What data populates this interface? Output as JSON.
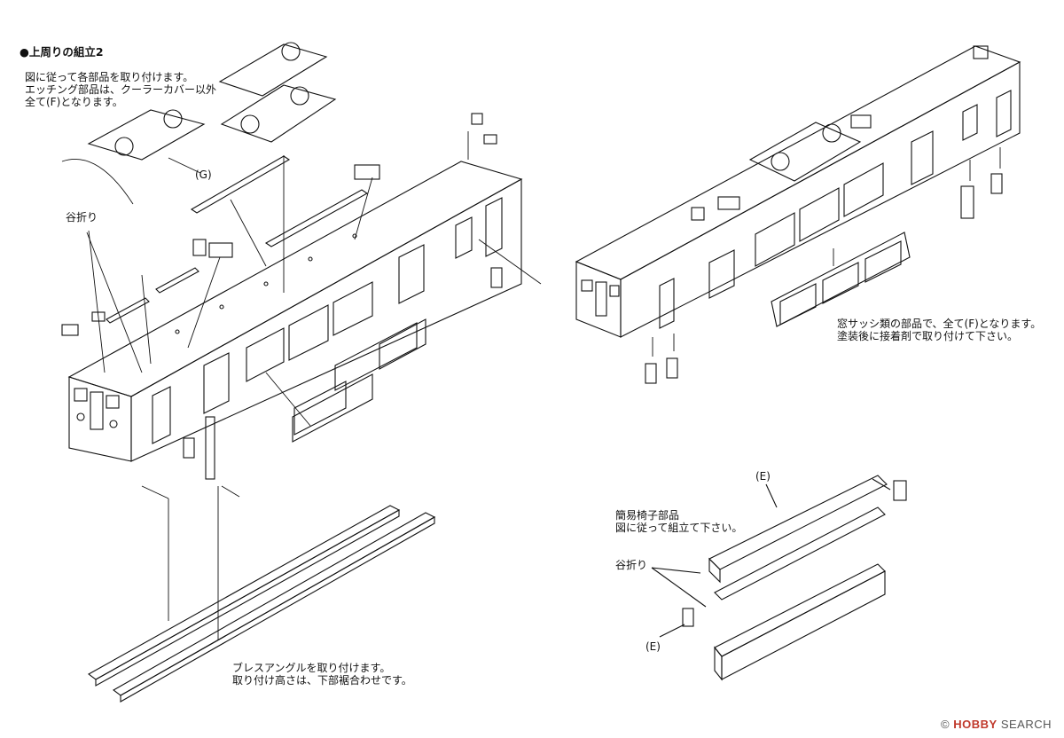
{
  "instructions": {
    "section_title": "●上周りの組立2",
    "step_text": "図に従って各部品を取り付けます。\nエッチング部品は、クーラーカバー以外\n全て(F)となります。",
    "label_g": "(G)",
    "valley_fold_left": "谷折り",
    "window_note": "窓サッシ類の部品で、全て(F)となります。\n塗装後に接着剤で取り付けて下さい。",
    "label_e_top": "(E)",
    "seat_note": "簡易椅子部品\n図に従って組立て下さい。",
    "valley_fold_right": "谷折り",
    "label_e_bottom": "(E)",
    "brace_note": "ブレスアングルを取り付けます。\n取り付け高さは、下部裾合わせです。"
  },
  "watermark": "HOBBY SEARCH"
}
